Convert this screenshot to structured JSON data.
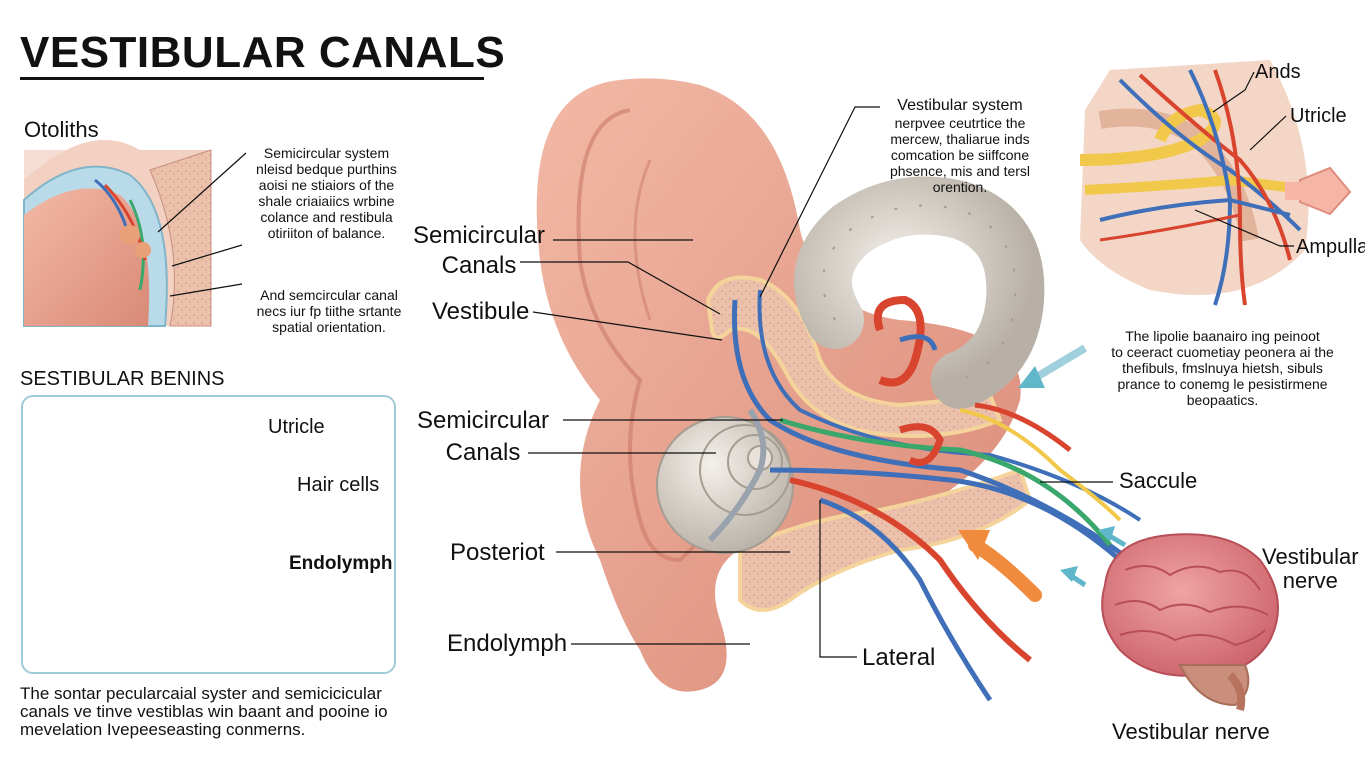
{
  "title": "VESTIBULAR CANALS",
  "top_left_panel": {
    "heading": "Otoliths",
    "text_1": [
      "Semicircular system",
      "nleisd bedque purthins",
      "aoisi ne stiaiors of the",
      "shale criaiaiics wrbine",
      "colance and restibula",
      "otiriiton of balance."
    ],
    "text_2": [
      "And semcircular canal",
      "necs iur fp tiithe srtante",
      "spatial orientation."
    ]
  },
  "bottom_left_panel": {
    "heading": "SESTIBULAR BENINS",
    "labels": {
      "utricle": "Utricle",
      "hair_cells": "Hair cells",
      "endolymph": "Endolymph"
    }
  },
  "caption": [
    "The sontar pecularcaial syster and semicicicular",
    "canals ve tinve vestiblas win baant and pooine io",
    "mevelation Ivepeeseasting conmerns."
  ],
  "main_labels": {
    "semicircular_canals_1": [
      "Semicircular",
      "Canals"
    ],
    "vestibule": "Vestibule",
    "semicircular_canals_2": [
      "Semicircular",
      "Canals"
    ],
    "posteriot": "Posteriot",
    "endolymph": "Endolymph",
    "lateral": "Lateral",
    "saccule": "Saccule",
    "vestibular_nerve_right": [
      "Vestibular",
      "nerve"
    ],
    "vestibular_nerve_bottom": "Vestibular nerve"
  },
  "top_center_note": [
    "Vestibular system",
    "nerpvee ceutrtice the",
    "mercew, thaliarue inds",
    "comcation be siiffcone",
    "phsence, mis and tersl",
    "orention."
  ],
  "inset_right": {
    "labels": {
      "ands": "Ands",
      "utricle": "Utricle",
      "ampulla": "Ampulla"
    }
  },
  "right_note": [
    "The lipolie baanairo ing peinoot",
    "to ceeract cuometiay peonera ai the",
    "thefibuls, fmslnuya hietsh, sibuls",
    "prance to conemg le pesistirmene",
    "beopaatics."
  ],
  "colors": {
    "skin": "#e9a592",
    "skin_dark": "#c97a68",
    "bone": "#f0c8b0",
    "bone_edge": "#f4d49a",
    "nerve_blue": "#3e6fb8",
    "nerve_red": "#d9442f",
    "nerve_green": "#3aa76d",
    "nerve_yellow": "#f2c84b",
    "fluid_blue": "#b9dbe9",
    "shell": "#dcd6cf",
    "brain": "#e07c82",
    "arrow_orange": "#f08a3c",
    "arrow_teal": "#5fb7c9",
    "panel_border": "#9fcbd6"
  }
}
